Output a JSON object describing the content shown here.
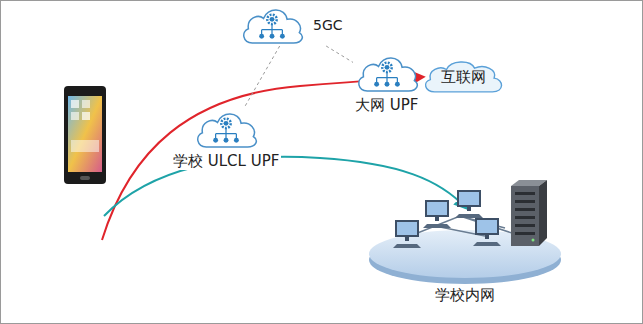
{
  "diagram": {
    "nodes": [
      {
        "text": [
          "5GC"
        ]
      },
      {
        "text": [
          "大网 UPF"
        ]
      },
      {
        "text": [
          "互联网"
        ]
      },
      {
        "text": [
          "学校 ULCL UPF"
        ]
      },
      {
        "text": [
          "学校内网"
        ]
      }
    ],
    "edges": [
      {
        "from": 0,
        "to": 1,
        "arrow": "none"
      },
      {
        "from": 0,
        "to": 3,
        "arrow": "none"
      }
    ]
  }
}
